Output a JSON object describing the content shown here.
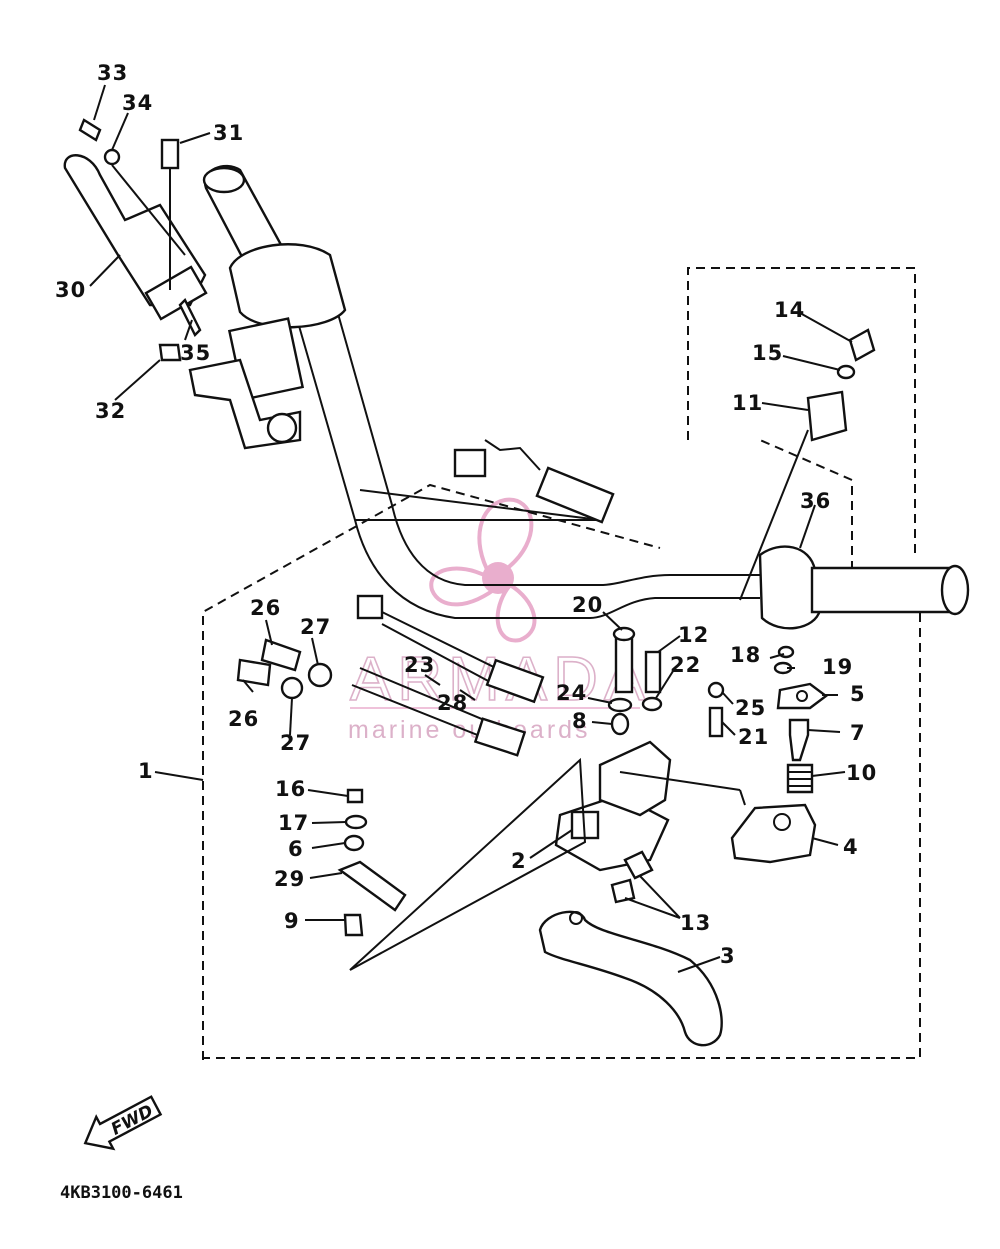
{
  "diagram": {
    "part_code": "4KB3100-6461",
    "fwd_label": "FWD",
    "watermark": {
      "brand": "ARMADA",
      "tagline": "marine outboards",
      "accent": "#e7a6c8"
    },
    "callouts": [
      {
        "id": "n33",
        "text": "33"
      },
      {
        "id": "n34",
        "text": "34"
      },
      {
        "id": "n31",
        "text": "31"
      },
      {
        "id": "n30",
        "text": "30"
      },
      {
        "id": "n35",
        "text": "35"
      },
      {
        "id": "n32",
        "text": "32"
      },
      {
        "id": "n14",
        "text": "14"
      },
      {
        "id": "n15",
        "text": "15"
      },
      {
        "id": "n11",
        "text": "11"
      },
      {
        "id": "n36",
        "text": "36"
      },
      {
        "id": "n20",
        "text": "20"
      },
      {
        "id": "n12",
        "text": "12"
      },
      {
        "id": "n26a",
        "text": "26"
      },
      {
        "id": "n27a",
        "text": "27"
      },
      {
        "id": "n23",
        "text": "23"
      },
      {
        "id": "n28",
        "text": "28"
      },
      {
        "id": "n22",
        "text": "22"
      },
      {
        "id": "n24",
        "text": "24"
      },
      {
        "id": "n18",
        "text": "18"
      },
      {
        "id": "n19",
        "text": "19"
      },
      {
        "id": "n5",
        "text": "5"
      },
      {
        "id": "n25",
        "text": "25"
      },
      {
        "id": "n26b",
        "text": "26"
      },
      {
        "id": "n27b",
        "text": "27"
      },
      {
        "id": "n8",
        "text": "8"
      },
      {
        "id": "n21",
        "text": "21"
      },
      {
        "id": "n7",
        "text": "7"
      },
      {
        "id": "n1",
        "text": "1"
      },
      {
        "id": "n16",
        "text": "16"
      },
      {
        "id": "n10",
        "text": "10"
      },
      {
        "id": "n17",
        "text": "17"
      },
      {
        "id": "n6",
        "text": "6"
      },
      {
        "id": "n4",
        "text": "4"
      },
      {
        "id": "n2",
        "text": "2"
      },
      {
        "id": "n29",
        "text": "29"
      },
      {
        "id": "n9",
        "text": "9"
      },
      {
        "id": "n13",
        "text": "13"
      },
      {
        "id": "n3",
        "text": "3"
      }
    ]
  }
}
